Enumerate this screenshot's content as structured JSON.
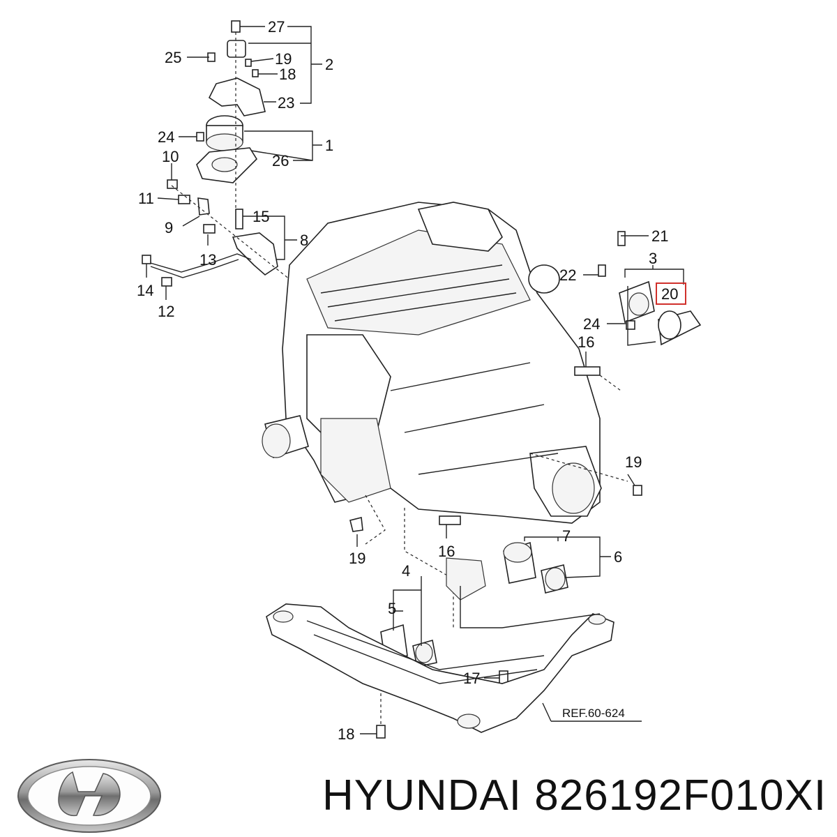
{
  "diagram": {
    "callouts": [
      {
        "id": "c27",
        "text": "27"
      },
      {
        "id": "c2",
        "text": "2"
      },
      {
        "id": "c25",
        "text": "25"
      },
      {
        "id": "c19a",
        "text": "19"
      },
      {
        "id": "c18a",
        "text": "18"
      },
      {
        "id": "c23",
        "text": "23"
      },
      {
        "id": "c24a",
        "text": "24"
      },
      {
        "id": "c1",
        "text": "1"
      },
      {
        "id": "c26",
        "text": "26"
      },
      {
        "id": "c10",
        "text": "10"
      },
      {
        "id": "c11",
        "text": "11"
      },
      {
        "id": "c9",
        "text": "9"
      },
      {
        "id": "c15",
        "text": "15"
      },
      {
        "id": "c8",
        "text": "8"
      },
      {
        "id": "c13",
        "text": "13"
      },
      {
        "id": "c14",
        "text": "14"
      },
      {
        "id": "c12",
        "text": "12"
      },
      {
        "id": "c21",
        "text": "21"
      },
      {
        "id": "c3",
        "text": "3"
      },
      {
        "id": "c22",
        "text": "22"
      },
      {
        "id": "c20",
        "text": "20"
      },
      {
        "id": "c24b",
        "text": "24"
      },
      {
        "id": "c16a",
        "text": "16"
      },
      {
        "id": "c19b",
        "text": "19"
      },
      {
        "id": "c19c",
        "text": "19"
      },
      {
        "id": "c16b",
        "text": "16"
      },
      {
        "id": "c7",
        "text": "7"
      },
      {
        "id": "c6",
        "text": "6"
      },
      {
        "id": "c4",
        "text": "4"
      },
      {
        "id": "c5",
        "text": "5"
      },
      {
        "id": "c17",
        "text": "17"
      },
      {
        "id": "c18b",
        "text": "18"
      }
    ],
    "reference": "REF.60-624",
    "highlighted_callout": "20",
    "highlight_color": "#d0302b"
  },
  "footer": {
    "logo_icon": "hyundai-logo-icon",
    "caption": "HYUNDAI 826192F010XI"
  }
}
